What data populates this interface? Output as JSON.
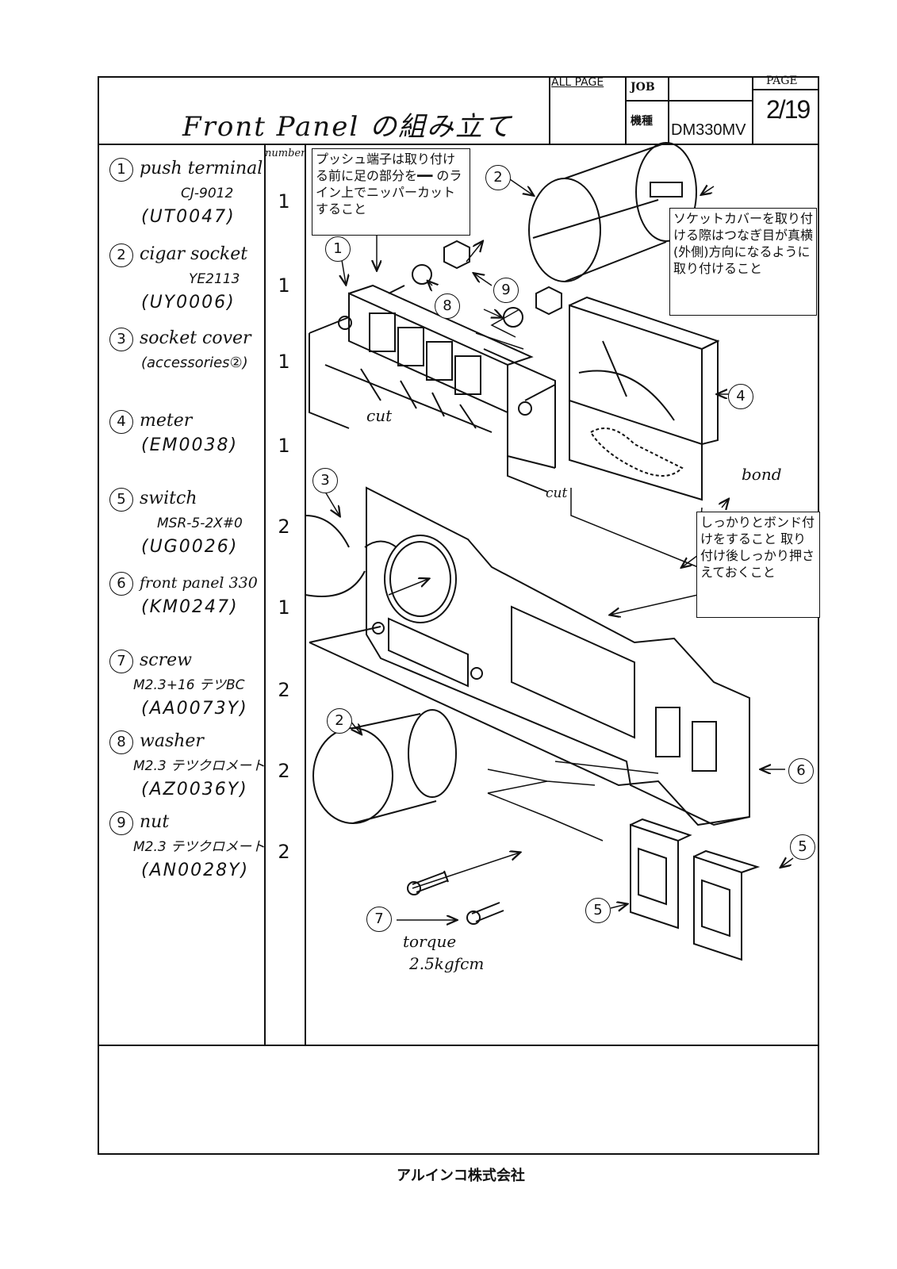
{
  "header": {
    "title": "Front Panel の組み立て",
    "all_page_label": "ALL PAGE",
    "job_label": "JOB",
    "model_label": "機種",
    "model_value": "DM330MV",
    "page_label": "PAGE",
    "page_value": "2/19"
  },
  "parts_header": "number",
  "parts": [
    {
      "no": "1",
      "name": "push terminal",
      "spec": "CJ-9012",
      "code": "(UT0047)",
      "qty": "1"
    },
    {
      "no": "2",
      "name": "cigar socket",
      "spec": "YE2113",
      "code": "(UY0006)",
      "qty": "1"
    },
    {
      "no": "3",
      "name": "socket cover",
      "spec": "(accessories②)",
      "code": "",
      "qty": "1"
    },
    {
      "no": "4",
      "name": "meter",
      "spec": "",
      "code": "(EM0038)",
      "qty": "1"
    },
    {
      "no": "5",
      "name": "switch",
      "spec": "MSR-5-2X#0",
      "code": "(UG0026)",
      "qty": "2"
    },
    {
      "no": "6",
      "name": "front panel 330",
      "spec": "",
      "code": "(KM0247)",
      "qty": "1"
    },
    {
      "no": "7",
      "name": "screw",
      "spec": "M2.3+16 テツBC",
      "code": "(AA0073Y)",
      "qty": "2"
    },
    {
      "no": "8",
      "name": "washer",
      "spec": "M2.3 テツクロメート",
      "code": "(AZ0036Y)",
      "qty": "2"
    },
    {
      "no": "9",
      "name": "nut",
      "spec": "M2.3 テツクロメート",
      "code": "(AN0028Y)",
      "qty": "2"
    }
  ],
  "notes": {
    "push_terminal": "プッシュ端子は取り付ける前に足の部分を━━ のライン上でニッパーカットすること",
    "socket_cover": "ソケットカバーを取り付ける際はつなぎ目が真横(外側)方向になるように取り付けること",
    "bond": "しっかりとボンド付けをすること 取り付け後しっかり押さえておくこと"
  },
  "labels": {
    "cut1": "cut",
    "cut2": "cut",
    "bond": "bond",
    "torque": "torque",
    "torque_value": "2.5kgfcm"
  },
  "callouts": [
    "1",
    "2",
    "3",
    "4",
    "5",
    "6",
    "7",
    "8",
    "9"
  ],
  "footer": {
    "company": "アルインコ株式会社"
  }
}
